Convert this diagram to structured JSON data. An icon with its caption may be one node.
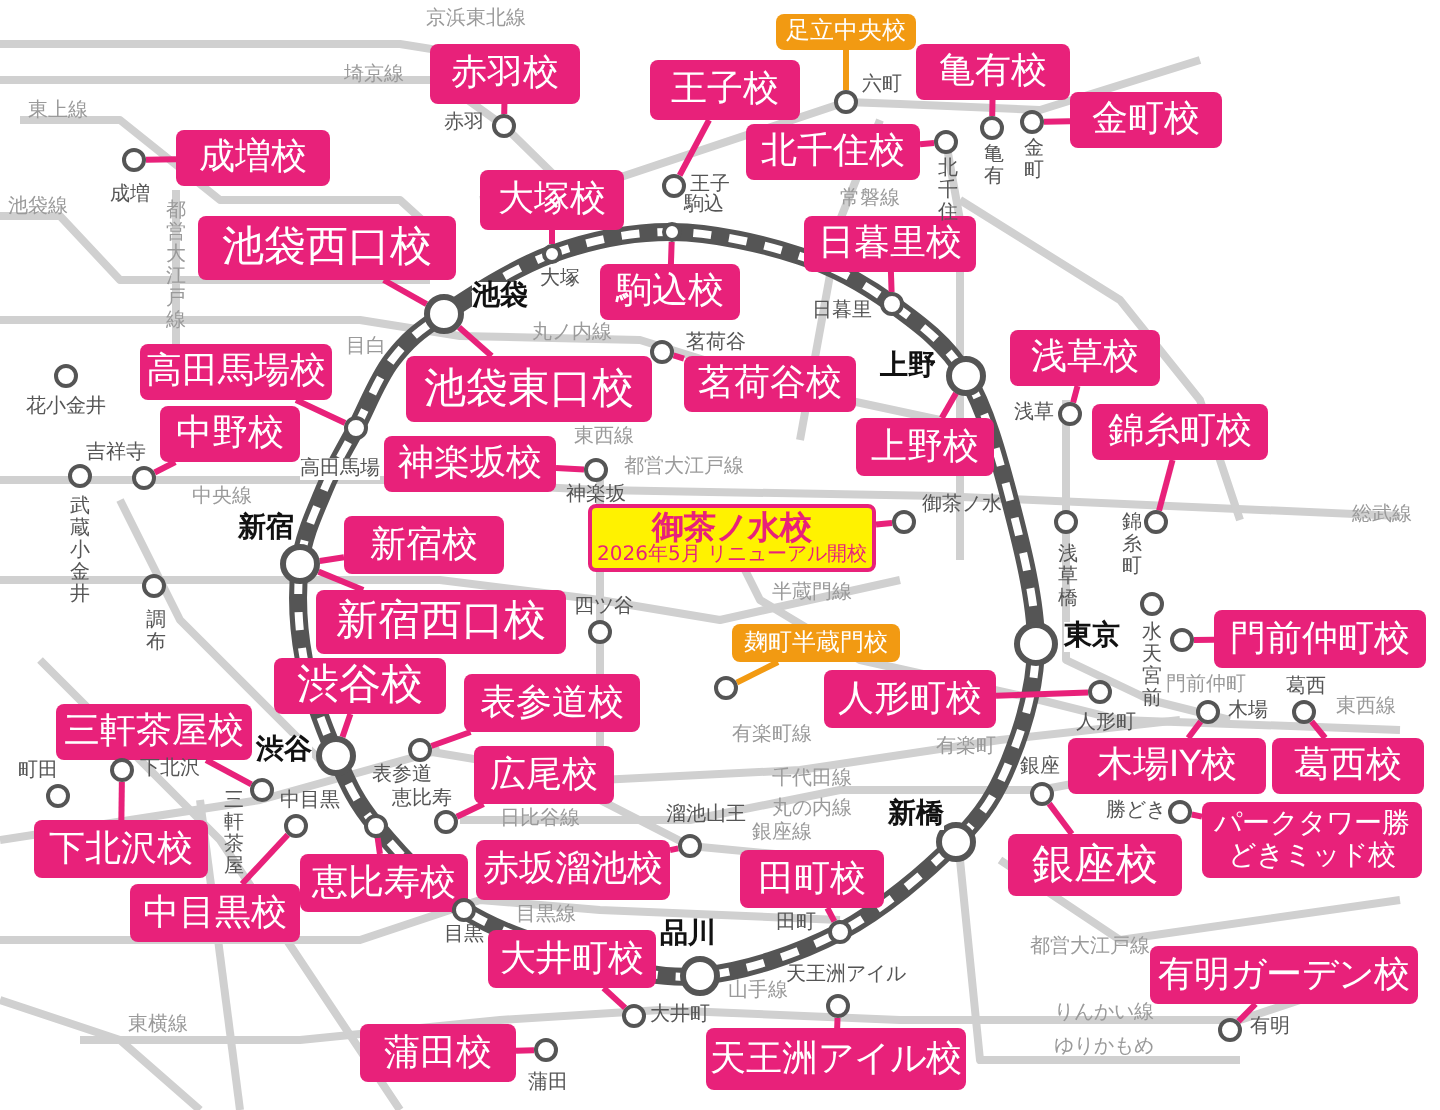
{
  "diagram": {
    "nodes": [
      {
        "text": [
          "足立中央校"
        ]
      },
      {
        "text": [
          "赤羽校"
        ]
      },
      {
        "text": [
          "王子校"
        ]
      },
      {
        "text": [
          "亀有校"
        ]
      },
      {
        "text": [
          "金町校"
        ]
      },
      {
        "text": [
          "北千住校"
        ]
      },
      {
        "text": [
          "成増校"
        ]
      },
      {
        "text": [
          "大塚校"
        ]
      },
      {
        "text": [
          "池袋西口校"
        ]
      },
      {
        "text": [
          "日暮里校"
        ]
      },
      {
        "text": [
          "駒込校"
        ]
      },
      {
        "text": [
          "浅草校"
        ]
      },
      {
        "text": [
          "高田馬場校"
        ]
      },
      {
        "text": [
          "池袋東口校"
        ]
      },
      {
        "text": [
          "茗荷谷校"
        ]
      },
      {
        "text": [
          "中野校"
        ]
      },
      {
        "text": [
          "錦糸町校"
        ]
      },
      {
        "text": [
          "上野校"
        ]
      },
      {
        "text": [
          "神楽坂校"
        ]
      },
      {
        "text": [
          "御茶ノ水校",
          "2026年5月 リニューアル開校"
        ]
      },
      {
        "text": [
          "新宿校"
        ]
      },
      {
        "text": [
          "新宿西口校"
        ]
      },
      {
        "text": [
          "門前仲町校"
        ]
      },
      {
        "text": [
          "麹町半蔵門校"
        ]
      },
      {
        "text": [
          "渋谷校"
        ]
      },
      {
        "text": [
          "人形町校"
        ]
      },
      {
        "text": [
          "表参道校"
        ]
      },
      {
        "text": [
          "三軒茶屋校"
        ]
      },
      {
        "text": [
          "木場IY校"
        ]
      },
      {
        "text": [
          "葛西校"
        ]
      },
      {
        "text": [
          "広尾校"
        ]
      },
      {
        "text": [
          "パークタワー勝どきミッド校"
        ]
      },
      {
        "text": [
          "下北沢校"
        ]
      },
      {
        "text": [
          "赤坂溜池校"
        ]
      },
      {
        "text": [
          "銀座校"
        ]
      },
      {
        "text": [
          "恵比寿校"
        ]
      },
      {
        "text": [
          "田町校"
        ]
      },
      {
        "text": [
          "中目黒校"
        ]
      },
      {
        "text": [
          "大井町校"
        ]
      },
      {
        "text": [
          "有明ガーデン校"
        ]
      },
      {
        "text": [
          "蒲田校"
        ]
      },
      {
        "text": [
          "天王洲アイル校"
        ]
      },
      {
        "text": [],
        "shape": "circle",
        "beside": [
          "六町"
        ]
      },
      {
        "text": [],
        "shape": "circle",
        "beside": [
          "赤羽"
        ]
      },
      {
        "text": [],
        "shape": "circle",
        "beside": [
          "金町"
        ]
      },
      {
        "text": [],
        "shape": "circle",
        "beside": [
          "亀有"
        ]
      },
      {
        "text": [],
        "shape": "circle",
        "beside": [
          "北千住"
        ]
      },
      {
        "text": [],
        "shape": "circle",
        "beside": [
          "成増"
        ]
      },
      {
        "text": [],
        "shape": "circle",
        "beside": [
          "王子"
        ]
      },
      {
        "text": [],
        "shape": "circle",
        "beside": [
          "駒込"
        ]
      },
      {
        "text": [],
        "shape": "circle",
        "beside": [
          "大塚"
        ]
      },
      {
        "text": [],
        "shape": "circle",
        "beside": [
          "池袋"
        ]
      },
      {
        "text": [],
        "shape": "circle",
        "beside": [
          "日暮里"
        ]
      },
      {
        "text": [],
        "shape": "circle",
        "beside": [
          "茗荷谷"
        ]
      },
      {
        "text": [],
        "shape": "circle",
        "beside": [
          "上野"
        ]
      },
      {
        "text": [],
        "shape": "circle",
        "beside": [
          "花小金井"
        ]
      },
      {
        "text": [],
        "shape": "circle",
        "beside": [
          "浅草"
        ]
      },
      {
        "text": [],
        "shape": "circle"
      },
      {
        "text": [],
        "shape": "circle",
        "beside": [
          "神楽坂"
        ]
      },
      {
        "text": [],
        "shape": "circle",
        "beside": [
          "吉祥寺"
        ]
      },
      {
        "text": [],
        "shape": "circle",
        "beside": [
          "武蔵小金井"
        ]
      },
      {
        "text": [],
        "shape": "circle",
        "beside": [
          "錦糸町"
        ]
      },
      {
        "text": [],
        "shape": "circle",
        "beside": [
          "御茶ノ水"
        ]
      },
      {
        "text": [],
        "shape": "circle",
        "beside": [
          "浅草橋"
        ]
      },
      {
        "text": [],
        "shape": "circle",
        "beside": [
          "新宿"
        ]
      },
      {
        "text": [],
        "shape": "circle",
        "beside": [
          "調布"
        ]
      },
      {
        "text": [],
        "shape": "circle",
        "beside": [
          "水天宮前"
        ]
      },
      {
        "text": [],
        "shape": "circle",
        "beside": [
          "四ツ谷"
        ]
      },
      {
        "text": [],
        "shape": "circle"
      },
      {
        "text": [],
        "shape": "circle",
        "beside": [
          "東京"
        ]
      },
      {
        "text": [],
        "shape": "circle"
      },
      {
        "text": [],
        "shape": "circle",
        "beside": [
          "人形町"
        ]
      },
      {
        "text": [],
        "shape": "circle",
        "beside": [
          "木場"
        ]
      },
      {
        "text": [],
        "shape": "circle",
        "beside": [
          "葛西"
        ]
      },
      {
        "text": [],
        "shape": "circle",
        "beside": [
          "渋谷"
        ]
      },
      {
        "text": [],
        "shape": "circle",
        "beside": [
          "表参道"
        ]
      },
      {
        "text": [],
        "shape": "circle",
        "beside": [
          "三軒茶屋"
        ]
      },
      {
        "text": [],
        "shape": "circle",
        "beside": [
          "下北沢"
        ]
      },
      {
        "text": [],
        "shape": "circle",
        "beside": [
          "町田"
        ]
      },
      {
        "text": [],
        "shape": "circle",
        "beside": [
          "銀座"
        ]
      },
      {
        "text": [],
        "shape": "circle",
        "beside": [
          "勝どき"
        ]
      },
      {
        "text": [],
        "shape": "circle",
        "beside": [
          "中目黒"
        ]
      },
      {
        "text": [],
        "shape": "circle",
        "beside": [
          "恵比寿"
        ]
      },
      {
        "text": [],
        "shape": "circle"
      },
      {
        "text": [],
        "shape": "circle",
        "beside": [
          "溜池山王"
        ]
      },
      {
        "text": [],
        "shape": "circle",
        "beside": [
          "新橋"
        ]
      },
      {
        "text": [],
        "shape": "circle",
        "beside": [
          "目黒"
        ]
      },
      {
        "text": [],
        "shape": "circle",
        "beside": [
          "田町"
        ]
      },
      {
        "text": [],
        "shape": "circle",
        "beside": [
          "品川"
        ]
      },
      {
        "text": [],
        "shape": "circle",
        "beside": [
          "大井町"
        ]
      },
      {
        "text": [],
        "shape": "circle",
        "beside": [
          "天王洲アイル"
        ]
      },
      {
        "text": [],
        "shape": "circle",
        "beside": [
          "蒲田"
        ]
      },
      {
        "text": [],
        "shape": "circle",
        "beside": [
          "有明"
        ]
      }
    ],
    "edges": [
      {
        "from": 0,
        "to": 42,
        "arrow": "none",
        "color": "#f29a12"
      },
      {
        "from": 1,
        "to": 43,
        "arrow": "none"
      },
      {
        "from": 2,
        "to": 48,
        "arrow": "none"
      },
      {
        "from": 3,
        "to": 45,
        "arrow": "none"
      },
      {
        "from": 4,
        "to": 44,
        "arrow": "none"
      },
      {
        "from": 5,
        "to": 46,
        "arrow": "none"
      },
      {
        "from": 6,
        "to": 47,
        "arrow": "none"
      },
      {
        "from": 7,
        "to": 50,
        "arrow": "none"
      },
      {
        "from": 8,
        "to": 51,
        "arrow": "none"
      },
      {
        "from": 9,
        "to": 52,
        "arrow": "none"
      },
      {
        "from": 10,
        "to": 49,
        "arrow": "none"
      },
      {
        "from": 11,
        "to": 56,
        "arrow": "none"
      },
      {
        "from": 12,
        "to": 57,
        "arrow": "none"
      },
      {
        "from": 13,
        "to": 51,
        "arrow": "none"
      },
      {
        "from": 14,
        "to": 53,
        "arrow": "none"
      },
      {
        "from": 15,
        "to": 59,
        "arrow": "none"
      },
      {
        "from": 16,
        "to": 61,
        "arrow": "none"
      },
      {
        "from": 17,
        "to": 54,
        "arrow": "none"
      },
      {
        "from": 18,
        "to": 58,
        "arrow": "none"
      },
      {
        "from": 19,
        "to": 62,
        "arrow": "none"
      },
      {
        "from": 20,
        "to": 64,
        "arrow": "none"
      },
      {
        "from": 21,
        "to": 64,
        "arrow": "none"
      },
      {
        "from": 22,
        "to": 68,
        "arrow": "none"
      },
      {
        "from": 23,
        "to": 70,
        "arrow": "none",
        "color": "#f29a12"
      },
      {
        "from": 24,
        "to": 74,
        "arrow": "none"
      },
      {
        "from": 25,
        "to": 71,
        "arrow": "none"
      },
      {
        "from": 26,
        "to": 75,
        "arrow": "none"
      },
      {
        "from": 27,
        "to": 76,
        "arrow": "none"
      },
      {
        "from": 28,
        "to": 72,
        "arrow": "none"
      },
      {
        "from": 29,
        "to": 73,
        "arrow": "none"
      },
      {
        "from": 30,
        "to": 83,
        "arrow": "none"
      },
      {
        "from": 31,
        "to": 80,
        "arrow": "none"
      },
      {
        "from": 32,
        "to": 77,
        "arrow": "none"
      },
      {
        "from": 33,
        "to": 84,
        "arrow": "none"
      },
      {
        "from": 34,
        "to": 79,
        "arrow": "none"
      },
      {
        "from": 35,
        "to": 82,
        "arrow": "none"
      },
      {
        "from": 36,
        "to": 87,
        "arrow": "none"
      },
      {
        "from": 37,
        "to": 81,
        "arrow": "none"
      },
      {
        "from": 38,
        "to": 89,
        "arrow": "none"
      },
      {
        "from": 39,
        "to": 92,
        "arrow": "none"
      },
      {
        "from": 40,
        "to": 91,
        "arrow": "none"
      },
      {
        "from": 41,
        "to": 90,
        "arrow": "none"
      }
    ],
    "labels": [
      "京浜東北線",
      "埼京線",
      "東上線",
      "池袋線",
      "都営大江戸線",
      "常磐線",
      "丸ノ内線",
      "目白",
      "高田馬場",
      "中央線",
      "東西線",
      "都営大江戸線",
      "総武線",
      "半蔵門線",
      "門前仲町",
      "有楽町線",
      "有楽町",
      "千代田線",
      "丸の内線",
      "東西線",
      "日比谷線",
      "銀座線",
      "目黒線",
      "都営大江戸線",
      "山手線",
      "りんかい線",
      "ゆりかもめ",
      "東横線"
    ]
  }
}
